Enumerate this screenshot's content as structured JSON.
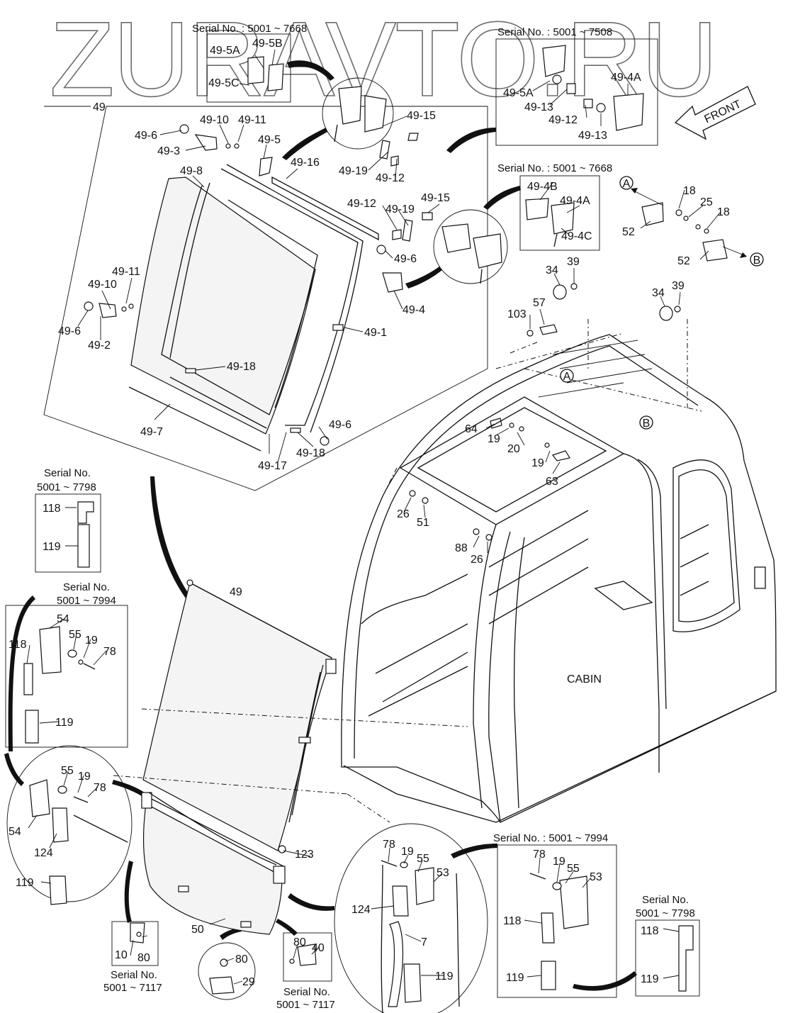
{
  "watermark": "ZURAVTO.RU",
  "front_label": "FRONT",
  "cabin_label": "CABIN",
  "serials": {
    "s1": "Serial No. : 5001 ~ 7668",
    "s2": "Serial No. : 5001 ~ 7508",
    "s3": "Serial No. : 5001 ~ 7668",
    "s4": "Serial No. : 5001 ~ 7994",
    "s5a": "Serial No.",
    "s5b": "5001 ~ 7798",
    "s6a": "Serial No.",
    "s6b": "5001 ~ 7994",
    "s7a": "Serial No.",
    "s7b": "5001 ~ 7798",
    "s8a": "Serial No.",
    "s8b": "5001 ~ 7117",
    "s9a": "Serial No.",
    "s9b": "5001 ~ 7117"
  },
  "circle_refs": {
    "a1": "A",
    "a2": "A",
    "b1": "B",
    "b2": "B"
  },
  "labels": {
    "p49": "49",
    "p49_top": "49",
    "p49_5A": "49-5A",
    "p49_5B": "49-5B",
    "p49_5C": "49-5C",
    "p49_6a": "49-6",
    "p49_3": "49-3",
    "p49_10a": "49-10",
    "p49_11a": "49-11",
    "p49_5": "49-5",
    "p49_8": "49-8",
    "p49_16": "49-16",
    "p49_15a": "49-15",
    "p49_19a": "49-19",
    "p49_12a": "49-12",
    "p49_12b": "49-12",
    "p49_19b": "49-19",
    "p49_15b": "49-15",
    "p49_6b": "49-6",
    "p49_4": "49-4",
    "p49_11b": "49-11",
    "p49_10b": "49-10",
    "p49_6c": "49-6",
    "p49_2": "49-2",
    "p49_1": "49-1",
    "p49_18a": "49-18",
    "p49_18b": "49-18",
    "p49_6d": "49-6",
    "p49_7": "49-7",
    "p49_17": "49-17",
    "p49_5A2": "49-5A",
    "p49_13a": "49-13",
    "p49_12c": "49-12",
    "p49_13b": "49-13",
    "p49_4A": "49-4A",
    "p49_4B": "49-4B",
    "p49_4A2": "49-4A",
    "p49_4C": "49-4C",
    "p18a": "18",
    "p25": "25",
    "p18b": "18",
    "p52a": "52",
    "p52b": "52",
    "p34a": "34",
    "p39a": "39",
    "p34b": "34",
    "p39b": "39",
    "p103": "103",
    "p57": "57",
    "p64": "64",
    "p19a": "19",
    "p20": "20",
    "p19b": "19",
    "p63": "63",
    "p26a": "26",
    "p51": "51",
    "p88": "88",
    "p26b": "26",
    "p118a": "118",
    "p119a": "119",
    "p54a": "54",
    "p118b": "118",
    "p55a": "55",
    "p19c": "19",
    "p78a": "78",
    "p119b": "119",
    "p55b": "55",
    "p19d": "19",
    "p78b": "78",
    "p54b": "54",
    "p124a": "124",
    "p119c": "119",
    "p123": "123",
    "p50": "50",
    "p10": "10",
    "p80a": "80",
    "p80b": "80",
    "p29": "29",
    "p80c": "80",
    "p40": "40",
    "p78c": "78",
    "p19e": "19",
    "p55c": "55",
    "p53a": "53",
    "p124b": "124",
    "p7": "7",
    "p119d": "119",
    "p78d": "78",
    "p19f": "19",
    "p55d": "55",
    "p53b": "53",
    "p118c": "118",
    "p119e": "119",
    "p118d": "118",
    "p119f": "119"
  }
}
